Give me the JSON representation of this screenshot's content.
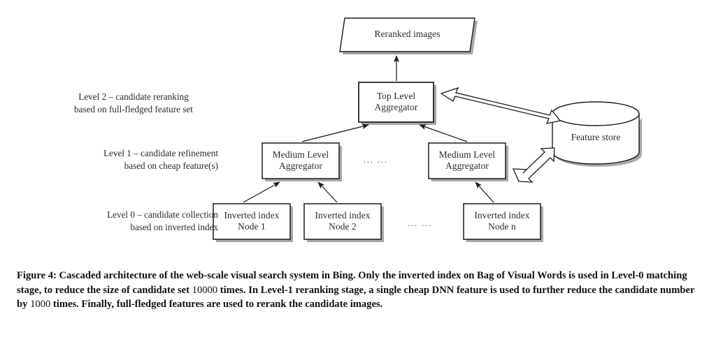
{
  "figure": {
    "id": "figure-4",
    "caption": {
      "prefix": "Figure 4:",
      "segments": [
        {
          "type": "bold",
          "text": " Cascaded architecture of the web-scale visual search system in Bing. Only the inverted index on Bag of Visual Words is used in Level-0 matching stage, to reduce the size of candidate set "
        },
        {
          "type": "number",
          "text": "10000"
        },
        {
          "type": "bold",
          "text": " times. In Level-1 reranking stage, a single cheap DNN feature is used to further reduce the candidate number by "
        },
        {
          "type": "number",
          "text": "1000"
        },
        {
          "type": "bold",
          "text": " times. Finally, full-fledged features are used to rerank the candidate images."
        }
      ],
      "full_text": "Figure 4: Cascaded architecture of the web-scale visual search system in Bing. Only the inverted index on Bag of Visual Words is used in Level-0 matching stage, to reduce the size of candidate set 10000 times. In Level-1 reranking stage, a single cheap DNN feature is used to further reduce the candidate number by 1000 times. Finally, full-fledged features are used to rerank the candidate images."
    }
  },
  "levels": [
    {
      "key": "level-2",
      "line1": "Level 2 – candidate reranking",
      "line2": "based on full-fledged feature set"
    },
    {
      "key": "level-1",
      "line1": "Level 1 – candidate refinement",
      "line2": "based on cheap feature(s)"
    },
    {
      "key": "level-0",
      "line1": "Level 0 – candidate collection",
      "line2": "based on inverted index"
    }
  ],
  "nodes": {
    "output": {
      "shape": "parallelogram",
      "label": "Reranked images"
    },
    "top_aggregator": {
      "shape": "rectangle",
      "line1": "Top Level",
      "line2": "Aggregator"
    },
    "medium_aggregator_left": {
      "shape": "rectangle",
      "line1": "Medium Level",
      "line2": "Aggregator"
    },
    "medium_aggregator_right": {
      "shape": "rectangle",
      "line1": "Medium Level",
      "line2": "Aggregator"
    },
    "feature_store": {
      "shape": "cylinder",
      "label": "Feature store"
    },
    "index_node_1": {
      "shape": "rectangle",
      "line1": "Inverted index",
      "line2": "Node 1"
    },
    "index_node_2": {
      "shape": "rectangle",
      "line1": "Inverted index",
      "line2": "Node 2"
    },
    "index_node_n": {
      "shape": "rectangle",
      "line1": "Inverted index",
      "line2": "Node n"
    }
  },
  "ellipses": {
    "aggregator_row": "... ...",
    "index_row": "... ..."
  },
  "colors": {
    "background": "#ffffff",
    "stroke": "#1a1a1a",
    "text": "#2a2a2a",
    "caption_text": "#111111",
    "shadow": "#9a9a9a",
    "node_fill": "#ffffff"
  }
}
